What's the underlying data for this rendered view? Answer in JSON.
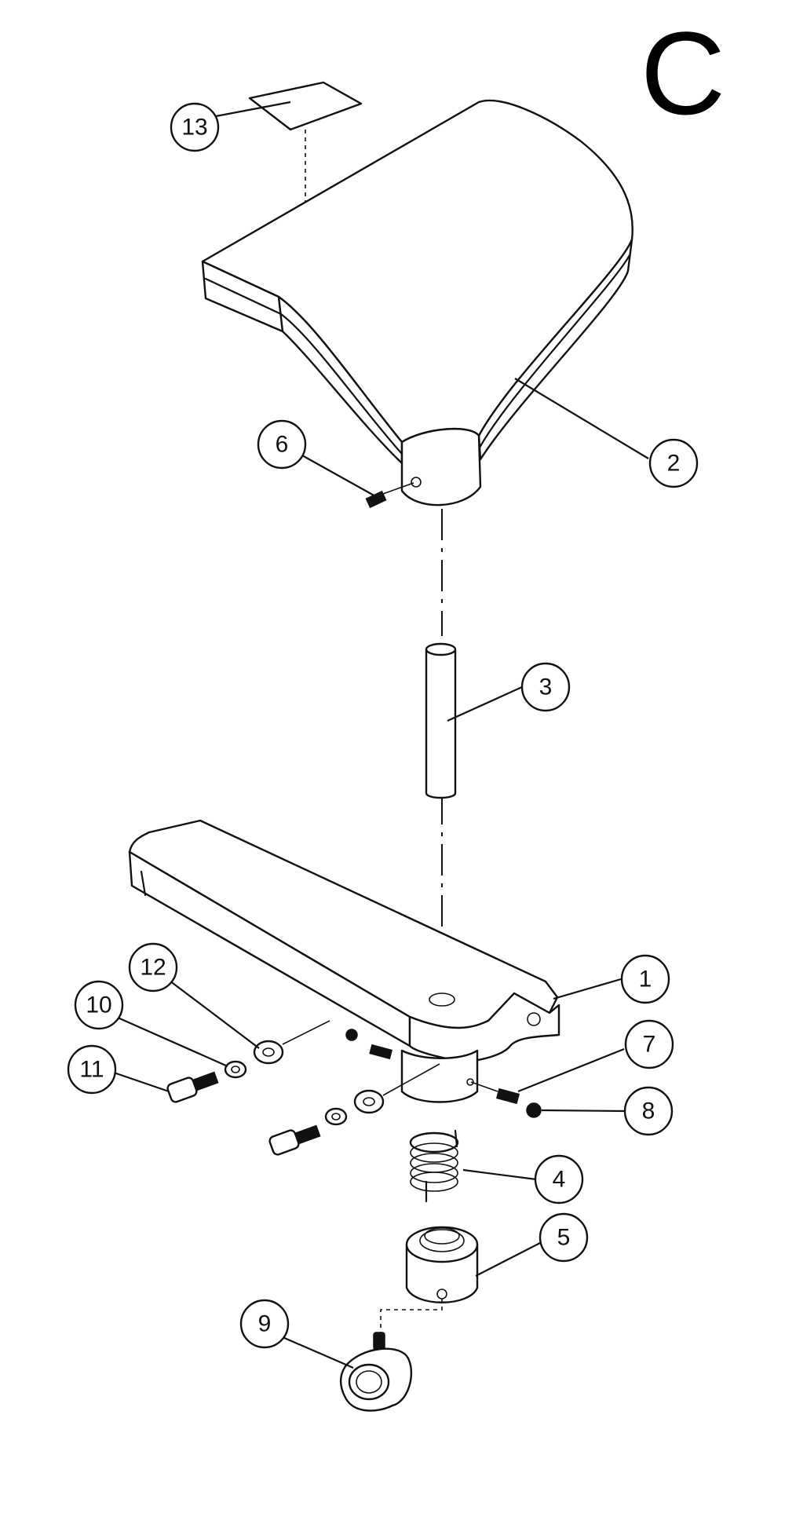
{
  "sheet_letter": "C",
  "callouts": [
    {
      "id": "13",
      "label": "13"
    },
    {
      "id": "6",
      "label": "6"
    },
    {
      "id": "2",
      "label": "2"
    },
    {
      "id": "3",
      "label": "3"
    },
    {
      "id": "1",
      "label": "1"
    },
    {
      "id": "12",
      "label": "12"
    },
    {
      "id": "10",
      "label": "10"
    },
    {
      "id": "7",
      "label": "7"
    },
    {
      "id": "11",
      "label": "11"
    },
    {
      "id": "8",
      "label": "8"
    },
    {
      "id": "4",
      "label": "4"
    },
    {
      "id": "5",
      "label": "5"
    },
    {
      "id": "9",
      "label": "9"
    }
  ]
}
